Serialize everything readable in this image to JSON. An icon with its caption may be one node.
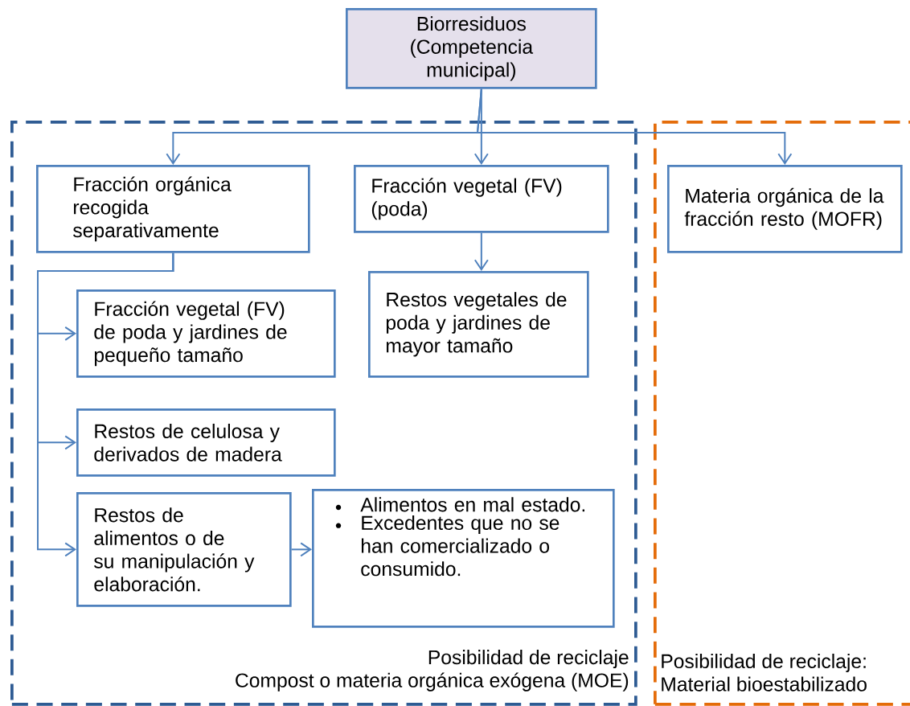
{
  "diagram": {
    "nodes": [
      {
        "text": [
          "Biorresiduos (Competencia municipal)"
        ]
      },
      {
        "text": [
          "Posibilidad de reciclaje",
          "Compost o materia orgánica exógena (MOE)"
        ]
      },
      {
        "text": [
          "Fracción orgánica recogida separativamente"
        ],
        "in": 1
      },
      {
        "text": [
          "Fracción vegetal (FV) (poda)"
        ],
        "in": 1
      },
      {
        "text": [
          "Restos vegetales de poda y jardines de mayor tamaño"
        ],
        "in": 1
      },
      {
        "text": [
          "Fracción vegetal (FV) de poda y jardines de pequeño tamaño"
        ],
        "in": 1
      },
      {
        "text": [
          "Restos de celulosa y derivados de madera"
        ],
        "in": 1
      },
      {
        "text": [
          "Restos de alimentos o de su manipulación y elaboración."
        ],
        "in": 1
      },
      {
        "text": [
          "Alimentos en mal estado.",
          "Excedentes que no se han comercializado o consumido."
        ],
        "in": 1
      },
      {
        "text": [
          "Posibilidad de reciclaje:",
          "Material bioestabilizado"
        ]
      },
      {
        "text": [
          "Materia orgánica de la fracción resto (MOFR)"
        ],
        "in": 9
      }
    ],
    "edges": [
      {
        "from": 0,
        "to": 2,
        "arrow": "to"
      },
      {
        "from": 0,
        "to": 3,
        "arrow": "to"
      },
      {
        "from": 0,
        "to": 10,
        "arrow": "to"
      },
      {
        "from": 3,
        "to": 4,
        "arrow": "to"
      },
      {
        "from": 2,
        "to": 5,
        "arrow": "to"
      },
      {
        "from": 2,
        "to": 6,
        "arrow": "to"
      },
      {
        "from": 2,
        "to": 7,
        "arrow": "to"
      },
      {
        "from": 7,
        "to": 8,
        "arrow": "to"
      }
    ]
  }
}
